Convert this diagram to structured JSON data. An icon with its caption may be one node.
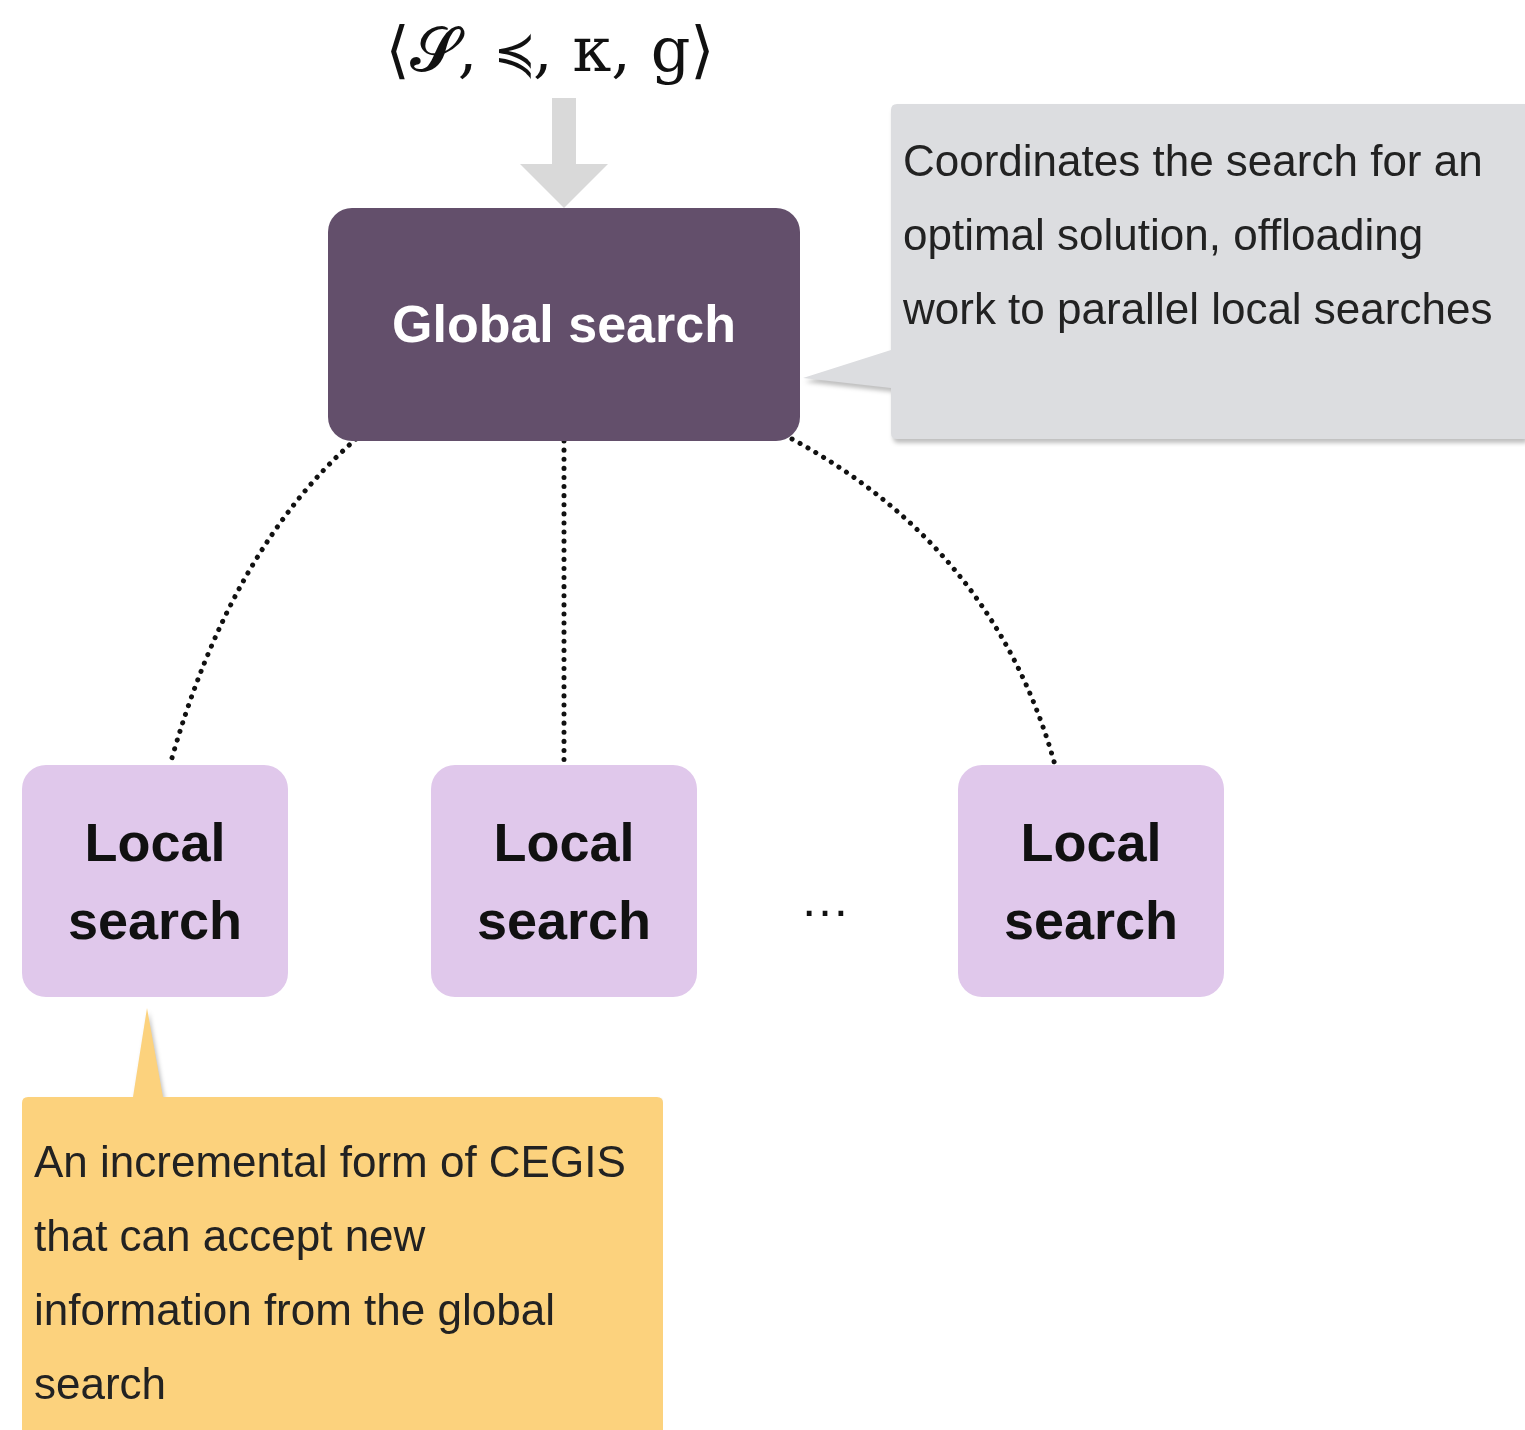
{
  "diagram": {
    "nodes": [
      {
        "text": [
          "⟨𝓢, ≼, κ, g⟩"
        ]
      },
      {
        "text": [
          "Global search"
        ]
      },
      {
        "text": [
          "Coordinates the search for an optimal solution, offloading work to parallel local searches"
        ]
      },
      {
        "text": [
          "Local search"
        ]
      },
      {
        "text": [
          "Local search"
        ]
      },
      {
        "text": [
          "Local search"
        ]
      },
      {
        "text": [
          "An incremental form of CEGIS that can accept new information from the global search"
        ]
      }
    ],
    "edges": [
      {
        "from": 0,
        "to": 1,
        "arrow": "to",
        "style": "thick",
        "color": "#d9d9d9"
      },
      {
        "from": 1,
        "to": 3,
        "arrow": "none",
        "style": "dashed"
      },
      {
        "from": 1,
        "to": 4,
        "arrow": "none",
        "style": "dashed"
      },
      {
        "from": 1,
        "to": 5,
        "arrow": "none",
        "style": "dashed"
      }
    ],
    "labels": [
      "…"
    ]
  }
}
